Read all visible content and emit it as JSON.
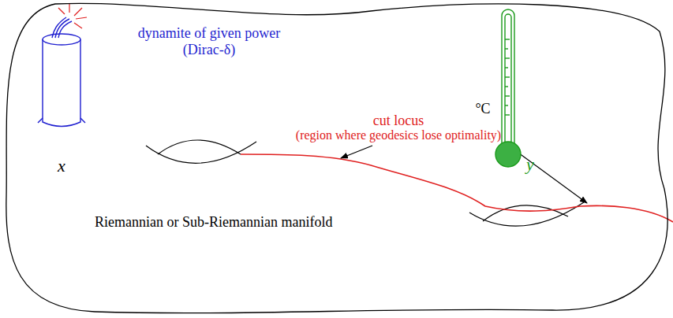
{
  "diagram": {
    "nodes": [
      {
        "text": [
          "Riemannian or Sub-Riemannian manifold"
        ]
      }
    ],
    "labels": [
      "dynamite of given power",
      "(Dirac-δ)",
      "x",
      "cut locus",
      "(region where geodesics lose optimality)",
      "°C",
      "y"
    ]
  }
}
